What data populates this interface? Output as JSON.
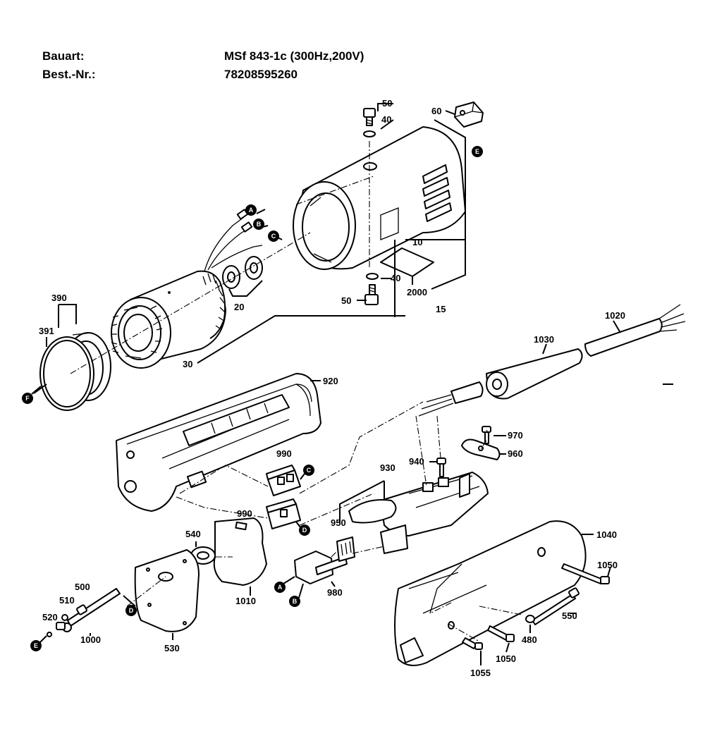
{
  "header": {
    "type_label": "Bauart:",
    "type_value": "MSf 843-1c (300Hz,200V)",
    "order_label": "Best.-Nr.:",
    "order_value": "78208595260"
  },
  "part_numbers": {
    "p50_top": "50",
    "p40_top": "40",
    "p60": "60",
    "p10": "10",
    "p40_bottom": "40",
    "p2000": "2000",
    "p50_bottom": "50",
    "p15": "15",
    "p20": "20",
    "p30": "30",
    "p390": "390",
    "p391": "391",
    "p920": "920",
    "p1020": "1020",
    "p1030": "1030",
    "p970": "970",
    "p960": "960",
    "p940": "940",
    "p990_upper": "990",
    "p990_lower": "990",
    "p930": "930",
    "p950": "950",
    "p540": "540",
    "p1040": "1040",
    "p1050_right": "1050",
    "p500": "500",
    "p510": "510",
    "p520": "520",
    "p1000": "1000",
    "p530": "530",
    "p1010": "1010",
    "p980": "980",
    "p550": "550",
    "p480": "480",
    "p1050_bottom": "1050",
    "p1055": "1055"
  },
  "connection_markers": {
    "mA_wire": "A",
    "mB_wire": "B",
    "mC_wire": "C",
    "mE_housing": "E",
    "mF_ring": "F",
    "mC_switch": "C",
    "mD_switch": "D",
    "mD_rod": "D",
    "mE_rod": "E",
    "mA_lever": "A",
    "mB_lever": "B"
  },
  "colors": {
    "line": "#000000",
    "marker_fill": "#000000",
    "marker_text": "#ffffff",
    "background": "#ffffff"
  }
}
